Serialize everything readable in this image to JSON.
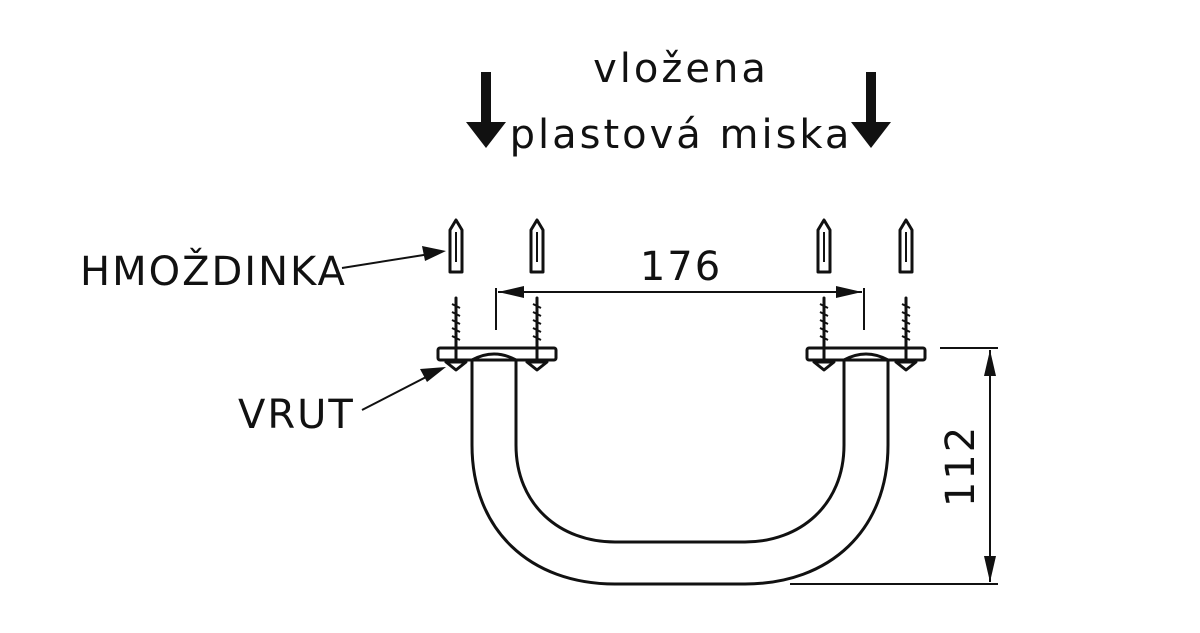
{
  "title": {
    "line1": "vložena",
    "line2": "plastová miska"
  },
  "labels": {
    "dowel": "HMOŽDINKA",
    "screw": "VRUT"
  },
  "dimensions": {
    "width": "176",
    "height": "112"
  }
}
